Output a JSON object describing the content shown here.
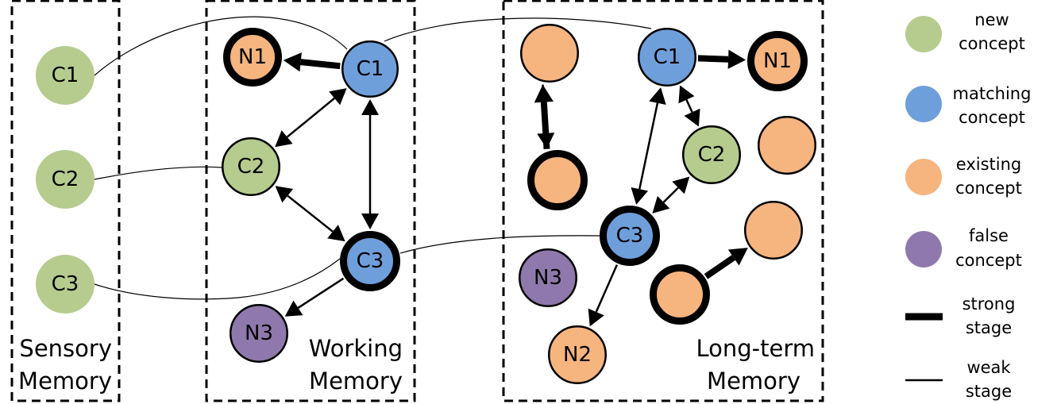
{
  "regions": [
    {
      "id": "sensory",
      "label_lines": [
        "Sensory",
        "Memory"
      ]
    },
    {
      "id": "working",
      "label_lines": [
        "Working",
        "Memory"
      ]
    },
    {
      "id": "longterm",
      "label_lines": [
        "Long-term",
        "Memory"
      ]
    }
  ],
  "colors": {
    "new": "#b5cc8e",
    "matching": "#6f9fdb",
    "existing": "#f6b47f",
    "false": "#8f79ac",
    "line": "#000000"
  },
  "nodes": [
    {
      "id": "s_c1",
      "region": "sensory",
      "label": "C1",
      "type": "new",
      "stage": "none"
    },
    {
      "id": "s_c2",
      "region": "sensory",
      "label": "C2",
      "type": "new",
      "stage": "none"
    },
    {
      "id": "s_c3",
      "region": "sensory",
      "label": "C3",
      "type": "new",
      "stage": "none"
    },
    {
      "id": "w_n1",
      "region": "working",
      "label": "N1",
      "type": "existing",
      "stage": "strong"
    },
    {
      "id": "w_c1",
      "region": "working",
      "label": "C1",
      "type": "matching",
      "stage": "weak"
    },
    {
      "id": "w_c2",
      "region": "working",
      "label": "C2",
      "type": "new",
      "stage": "weak"
    },
    {
      "id": "w_c3",
      "region": "working",
      "label": "C3",
      "type": "matching",
      "stage": "strong"
    },
    {
      "id": "w_n3",
      "region": "working",
      "label": "N3",
      "type": "false",
      "stage": "weak"
    },
    {
      "id": "l_e1",
      "region": "longterm",
      "label": "",
      "type": "existing",
      "stage": "weak"
    },
    {
      "id": "l_e2",
      "region": "longterm",
      "label": "",
      "type": "existing",
      "stage": "strong"
    },
    {
      "id": "l_c1",
      "region": "longterm",
      "label": "C1",
      "type": "matching",
      "stage": "weak"
    },
    {
      "id": "l_n1",
      "region": "longterm",
      "label": "N1",
      "type": "existing",
      "stage": "strong"
    },
    {
      "id": "l_c2",
      "region": "longterm",
      "label": "C2",
      "type": "new",
      "stage": "weak"
    },
    {
      "id": "l_e3",
      "region": "longterm",
      "label": "",
      "type": "existing",
      "stage": "weak"
    },
    {
      "id": "l_c3",
      "region": "longterm",
      "label": "C3",
      "type": "matching",
      "stage": "strong"
    },
    {
      "id": "l_n3",
      "region": "longterm",
      "label": "N3",
      "type": "false",
      "stage": "weak"
    },
    {
      "id": "l_n2",
      "region": "longterm",
      "label": "N2",
      "type": "existing",
      "stage": "weak"
    },
    {
      "id": "l_e4",
      "region": "longterm",
      "label": "",
      "type": "existing",
      "stage": "weak"
    },
    {
      "id": "l_e5",
      "region": "longterm",
      "label": "",
      "type": "existing",
      "stage": "strong"
    }
  ],
  "edges": [
    {
      "from": "w_c1",
      "to": "w_n1",
      "kind": "strong",
      "direction": "forward"
    },
    {
      "from": "w_c1",
      "to": "w_c2",
      "kind": "weak",
      "direction": "both"
    },
    {
      "from": "w_c1",
      "to": "w_c3",
      "kind": "weak",
      "direction": "both"
    },
    {
      "from": "w_c2",
      "to": "w_c3",
      "kind": "weak",
      "direction": "both"
    },
    {
      "from": "w_c3",
      "to": "w_n3",
      "kind": "weak",
      "direction": "forward"
    },
    {
      "from": "l_e2",
      "to": "l_e1",
      "kind": "strong",
      "direction": "forward"
    },
    {
      "from": "l_e1",
      "to": "l_e2",
      "kind": "weak",
      "direction": "forward"
    },
    {
      "from": "l_c1",
      "to": "l_n1",
      "kind": "strong",
      "direction": "forward"
    },
    {
      "from": "l_c1",
      "to": "l_c2",
      "kind": "weak",
      "direction": "both"
    },
    {
      "from": "l_c1",
      "to": "l_c3",
      "kind": "weak",
      "direction": "both"
    },
    {
      "from": "l_c2",
      "to": "l_c3",
      "kind": "weak",
      "direction": "both"
    },
    {
      "from": "l_c3",
      "to": "l_n2",
      "kind": "weak",
      "direction": "forward"
    },
    {
      "from": "l_e5",
      "to": "l_e4",
      "kind": "strong",
      "direction": "forward"
    }
  ],
  "links": [
    {
      "from": "s_c1",
      "to": "w_c1"
    },
    {
      "from": "w_c1",
      "to": "l_c1"
    },
    {
      "from": "s_c2",
      "to": "w_c2"
    },
    {
      "from": "s_c3",
      "to": "w_c3"
    },
    {
      "from": "w_c3",
      "to": "l_c3"
    }
  ],
  "legend": [
    {
      "kind": "circle",
      "type": "new",
      "lines": [
        "new",
        "concept"
      ]
    },
    {
      "kind": "circle",
      "type": "matching",
      "lines": [
        "matching",
        "concept"
      ]
    },
    {
      "kind": "circle",
      "type": "existing",
      "lines": [
        "existing",
        "concept"
      ]
    },
    {
      "kind": "circle",
      "type": "false",
      "lines": [
        "false",
        "concept"
      ]
    },
    {
      "kind": "line",
      "type": "strong",
      "lines": [
        "strong",
        "stage"
      ]
    },
    {
      "kind": "line",
      "type": "weak",
      "lines": [
        "weak",
        "stage"
      ]
    }
  ]
}
